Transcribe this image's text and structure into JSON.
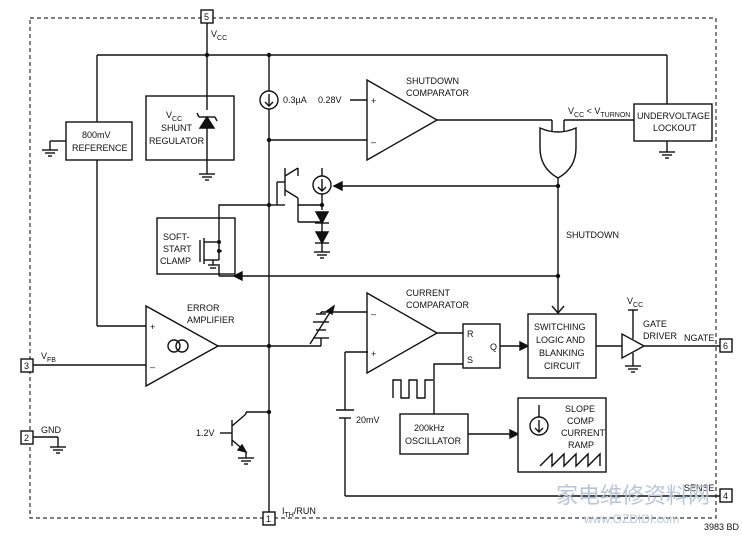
{
  "pins": {
    "p5": "5",
    "p3": "3",
    "p2": "2",
    "p1": "1",
    "p4": "4",
    "p6": "6"
  },
  "pin_labels": {
    "vcc": "V",
    "vcc_sub": "CC",
    "vfb": "V",
    "vfb_sub": "FB",
    "gnd": "GND",
    "ith_main": "I",
    "ith_sub": "TH",
    "ith_rest": "/RUN",
    "sense": "SENSE",
    "ngate": "NGATE"
  },
  "blocks": {
    "reference": [
      "800mV",
      "REFERENCE"
    ],
    "shunt_vcc": "V",
    "shunt_vcc_sub": "CC",
    "shunt": [
      "SHUNT",
      "REGULATOR"
    ],
    "shutdown_comp": [
      "SHUTDOWN",
      "COMPARATOR"
    ],
    "uvlo": [
      "UNDERVOLTAGE",
      "LOCKOUT"
    ],
    "uvlo_cond_a": "V",
    "uvlo_cond_a_sub": "CC",
    "uvlo_cond_b": " < V",
    "uvlo_cond_b_sub": "TURNON",
    "softstart": [
      "SOFT-",
      "START",
      "CLAMP"
    ],
    "shutdown": "SHUTDOWN",
    "error_amp": [
      "ERROR",
      "AMPLIFIER"
    ],
    "current_comp": [
      "CURRENT",
      "COMPARATOR"
    ],
    "logic": [
      "SWITCHING",
      "LOGIC AND",
      "BLANKING",
      "CIRCUIT"
    ],
    "gate_driver": [
      "GATE",
      "DRIVER"
    ],
    "gate_vcc": "V",
    "gate_vcc_sub": "CC",
    "oscillator": [
      "200kHz",
      "OSCILLATOR"
    ],
    "slope": [
      "SLOPE",
      "COMP",
      "CURRENT",
      "RAMP"
    ]
  },
  "values": {
    "i_source": "0.3µA",
    "v_shutdown": "0.28V",
    "v_bias": "1.2V",
    "v_offset": "20mV"
  },
  "signs": {
    "plus": "+",
    "minus": "–"
  },
  "flipflop": {
    "r": "R",
    "s": "S",
    "q": "Q"
  },
  "figure_code": "3983 BD",
  "watermark": {
    "text": "家电维修资料网",
    "url": "www.GZDIDI.com"
  }
}
